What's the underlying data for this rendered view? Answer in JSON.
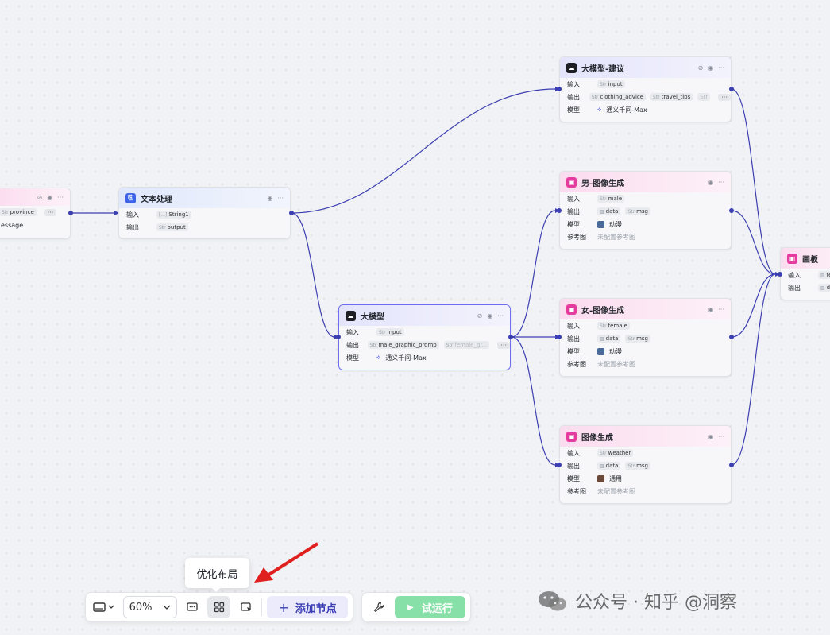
{
  "nodes": {
    "start": {
      "out1": "province",
      "out1_type": "Str",
      "out2": "essage",
      "more": "···"
    },
    "text": {
      "title": "文本处理",
      "in_label": "输入",
      "in_value": "String1",
      "in_type": "[...]",
      "out_label": "输出",
      "out_value": "output",
      "out_type": "Str"
    },
    "llm_main": {
      "title": "大模型",
      "in_label": "输入",
      "in_value": "input",
      "out_label": "输出",
      "out1": "male_graphic_promp",
      "out2": "female_gr...",
      "model_label": "模型",
      "model": "通义千问-Max",
      "more": "···",
      "type": "Str"
    },
    "llm_advice": {
      "title": "大模型-建议",
      "in_label": "输入",
      "in_value": "input",
      "out_label": "输出",
      "out1": "clothing_advice",
      "out2": "travel_tips",
      "out3": "Str",
      "model_label": "模型",
      "model": "通义千问-Max",
      "more": "···",
      "type": "Str"
    },
    "img_male": {
      "title": "男-图像生成",
      "in_label": "输入",
      "in_value": "male",
      "out_label": "输出",
      "out1": "data",
      "out2": "msg",
      "model_label": "模型",
      "model": "动漫",
      "ref_label": "参考图",
      "ref": "未配置参考图",
      "type": "Str"
    },
    "img_female": {
      "title": "女-图像生成",
      "in_label": "输入",
      "in_value": "female",
      "out_label": "输出",
      "out1": "data",
      "out2": "msg",
      "model_label": "模型",
      "model": "动漫",
      "ref_label": "参考图",
      "ref": "未配置参考图",
      "type": "Str"
    },
    "img_gen": {
      "title": "图像生成",
      "in_label": "输入",
      "in_value": "weather",
      "out_label": "输出",
      "out1": "data",
      "out2": "msg",
      "model_label": "模型",
      "model": "通用",
      "ref_label": "参考图",
      "ref": "未配置参考图",
      "type": "Str"
    },
    "canvas": {
      "title": "画板",
      "in_label": "输入",
      "in_value": "fem",
      "out_label": "输出",
      "out_value": "dat"
    }
  },
  "toolbar": {
    "zoom": "60%",
    "add_node": "添加节点",
    "test_run": "试运行"
  },
  "tooltip": "优化布局",
  "watermark": "公众号 · 知乎 @洞察",
  "colors": {
    "edge": "#3c3fb0",
    "accent": "#4c4fd8",
    "run_button": "#86e0a8",
    "arrow": "#e0201e"
  }
}
